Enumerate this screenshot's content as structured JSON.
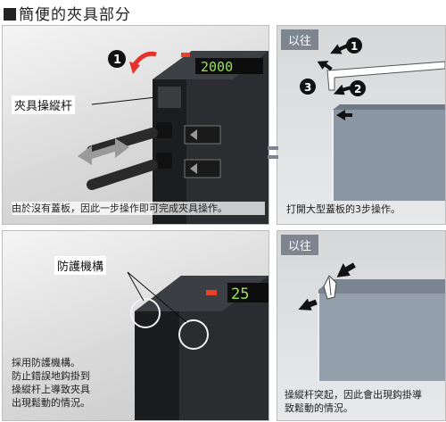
{
  "title": "簡便的夾具部分",
  "panels": {
    "top_left": {
      "callout": "夾具操縱杆",
      "caption": "由於沒有蓋板，因此一步操作即可完成夾具操作。",
      "display_text": "2000",
      "step": "1"
    },
    "top_right": {
      "tag": "以往",
      "caption": "打開大型蓋板的3步操作。",
      "steps": [
        "1",
        "2",
        "3"
      ]
    },
    "bottom_left": {
      "callout": "防護機構",
      "caption": "採用防護機構。防止錯誤地鈎掛到操縱杆上導致夾具出現鬆動的情況。",
      "caption_lines": [
        "採用防護機構。",
        "防止錯誤地鈎掛到",
        "操縱杆上導致夾具",
        "出現鬆動的情況。"
      ],
      "display_text": "25"
    },
    "bottom_right": {
      "tag": "以往",
      "caption_lines": [
        "操縱杆突起，因此會出現鈎掛導",
        "致鬆動的情況。"
      ]
    }
  }
}
